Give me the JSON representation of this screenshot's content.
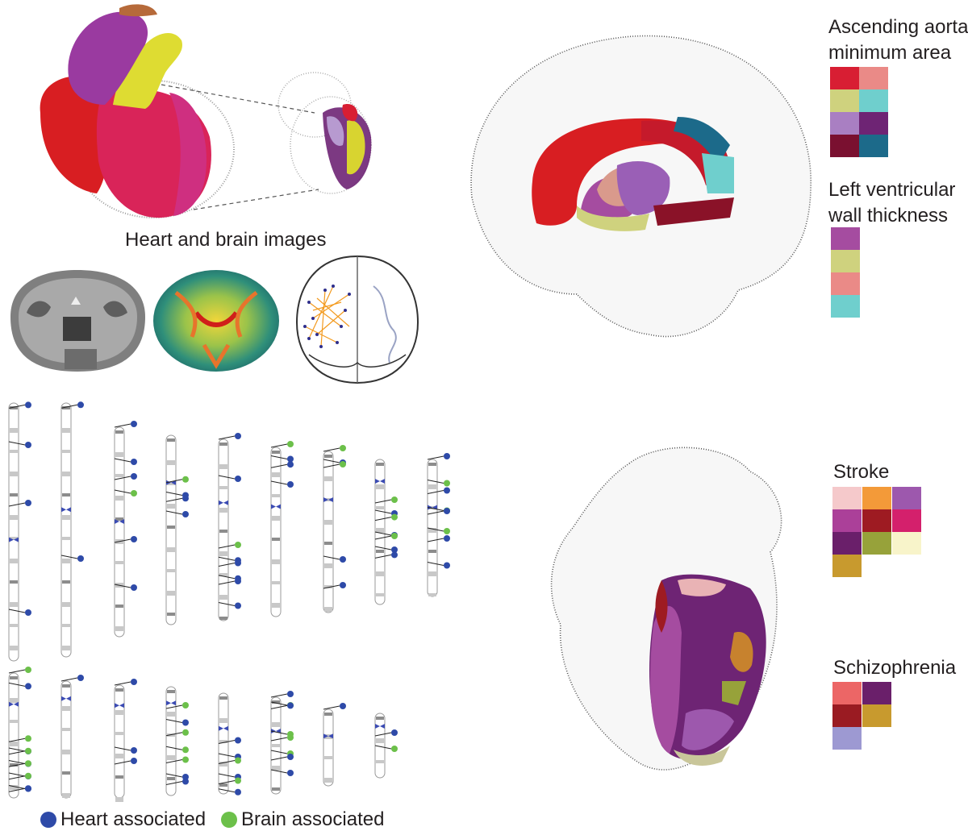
{
  "center_caption": "Heart and brain images",
  "legend": {
    "heart_label": "Heart associated",
    "brain_label": "Brain associated",
    "heart_color": "#2e4aa8",
    "brain_color": "#6cc04a"
  },
  "trait_panels": [
    {
      "id": "aorta",
      "title_line1": "Ascending aorta",
      "title_line2": "minimum area",
      "colors": [
        "#d81e33",
        "#ea8a87",
        "#cfd27e",
        "#6fcfcd",
        "#a97fc2",
        "#6e2474",
        "#7a1030",
        "#1c6a8a"
      ]
    },
    {
      "id": "lv",
      "title_line1": "Left ventricular",
      "title_line2": "wall thickness",
      "colors": [
        "#a54ca0",
        "#cfd27e",
        "#ea8a87",
        "#6fcfcd"
      ]
    },
    {
      "id": "stroke",
      "title_line1": "Stroke",
      "title_line2": "",
      "colors": [
        "#f5c9cb",
        "#f39a39",
        "#9d58ad",
        "#ab4099",
        "#9e1b22",
        "#d4206c",
        "#6a1f6a",
        "#97a23a",
        "#f8f4ca",
        "#c89a2e"
      ]
    },
    {
      "id": "schizo",
      "title_line1": "Schizophrenia",
      "title_line2": "",
      "colors": [
        "#ec6666",
        "#6a1f6a",
        "#9a1b22",
        "#c89a2e",
        "#9d99d2"
      ]
    }
  ]
}
